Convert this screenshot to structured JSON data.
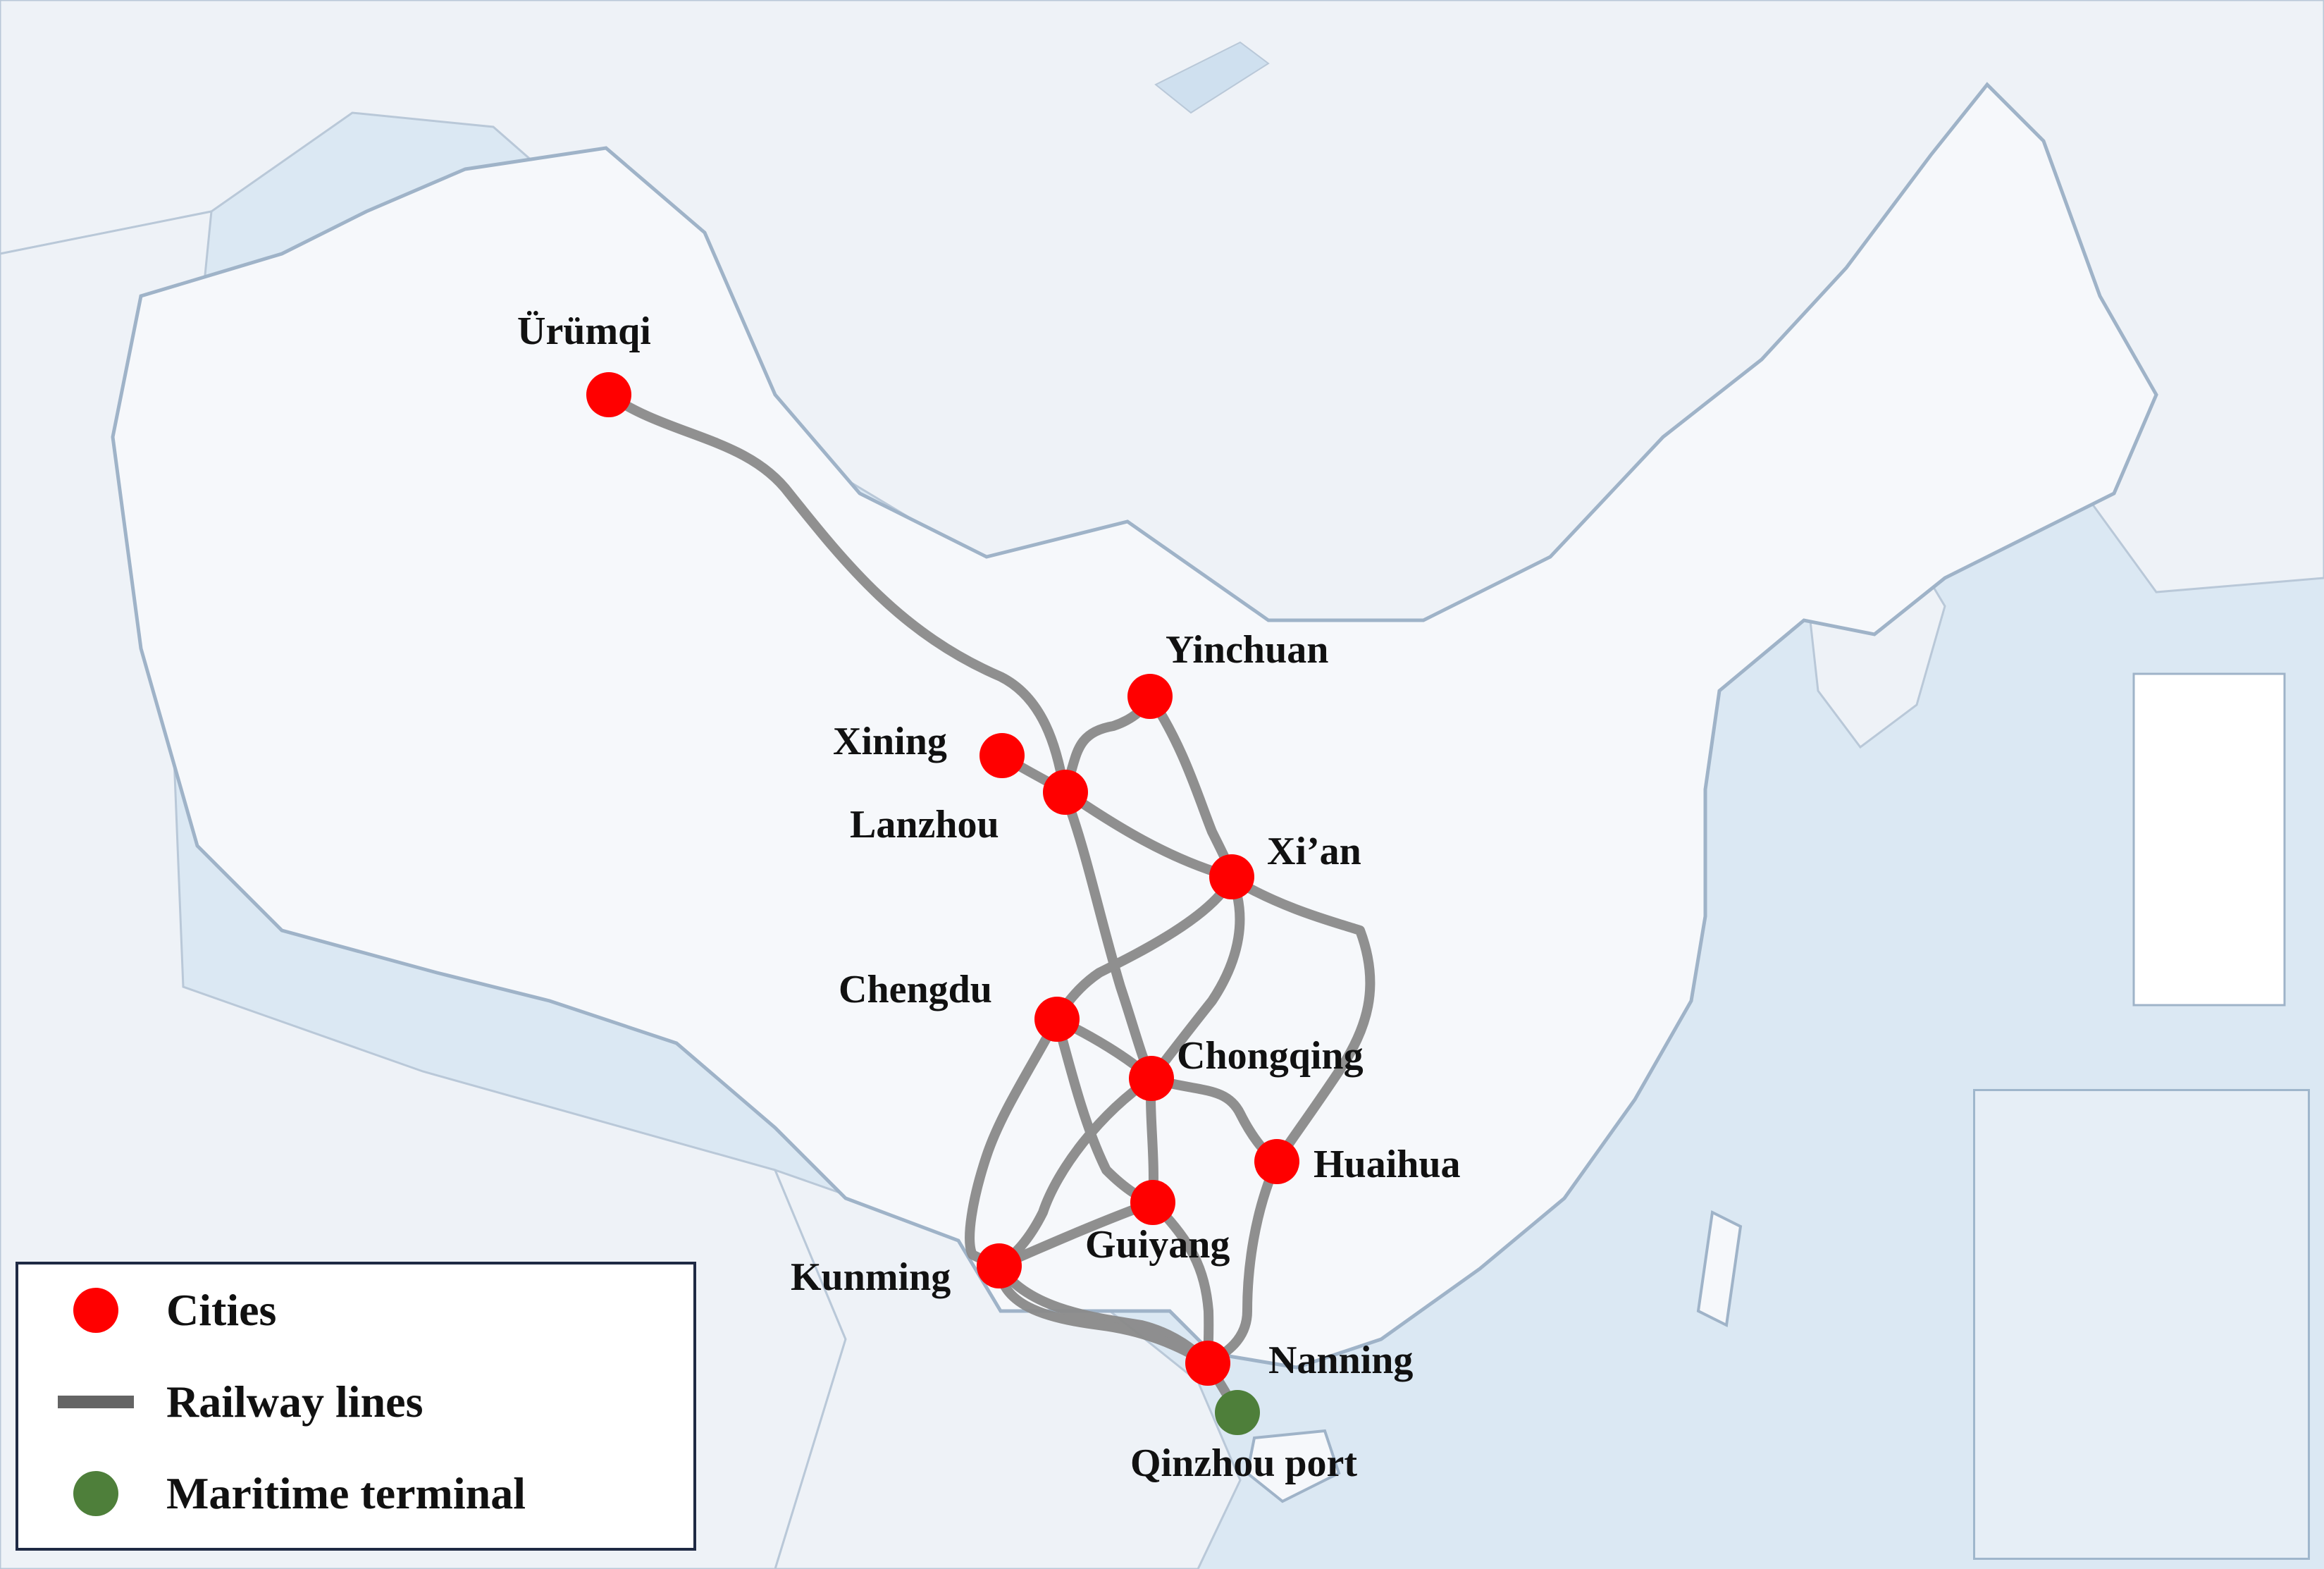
{
  "colors": {
    "sea": "#dbe8f3",
    "land_china": "#f6f8fb",
    "land_neighbors": "#eef2f7",
    "border": "#9fb3c8",
    "railway": "#8a8a8a",
    "city": "#ff0000",
    "terminal": "#4e7f3a"
  },
  "cities": [
    {
      "id": "urumqi",
      "name": "Ürümqi"
    },
    {
      "id": "yinchuan",
      "name": "Yinchuan"
    },
    {
      "id": "xining",
      "name": "Xining"
    },
    {
      "id": "lanzhou",
      "name": "Lanzhou"
    },
    {
      "id": "xian",
      "name": "Xi’an"
    },
    {
      "id": "chengdu",
      "name": "Chengdu"
    },
    {
      "id": "chongqing",
      "name": "Chongqing"
    },
    {
      "id": "huaihua",
      "name": "Huaihua"
    },
    {
      "id": "guiyang",
      "name": "Guiyang"
    },
    {
      "id": "kunming",
      "name": "Kunming"
    },
    {
      "id": "nanning",
      "name": "Nanning"
    }
  ],
  "terminal": {
    "id": "qinzhou",
    "name": "Qinzhou port"
  },
  "legend": {
    "cities": "Cities",
    "railway": "Railway lines",
    "terminal": "Maritime terminal"
  }
}
